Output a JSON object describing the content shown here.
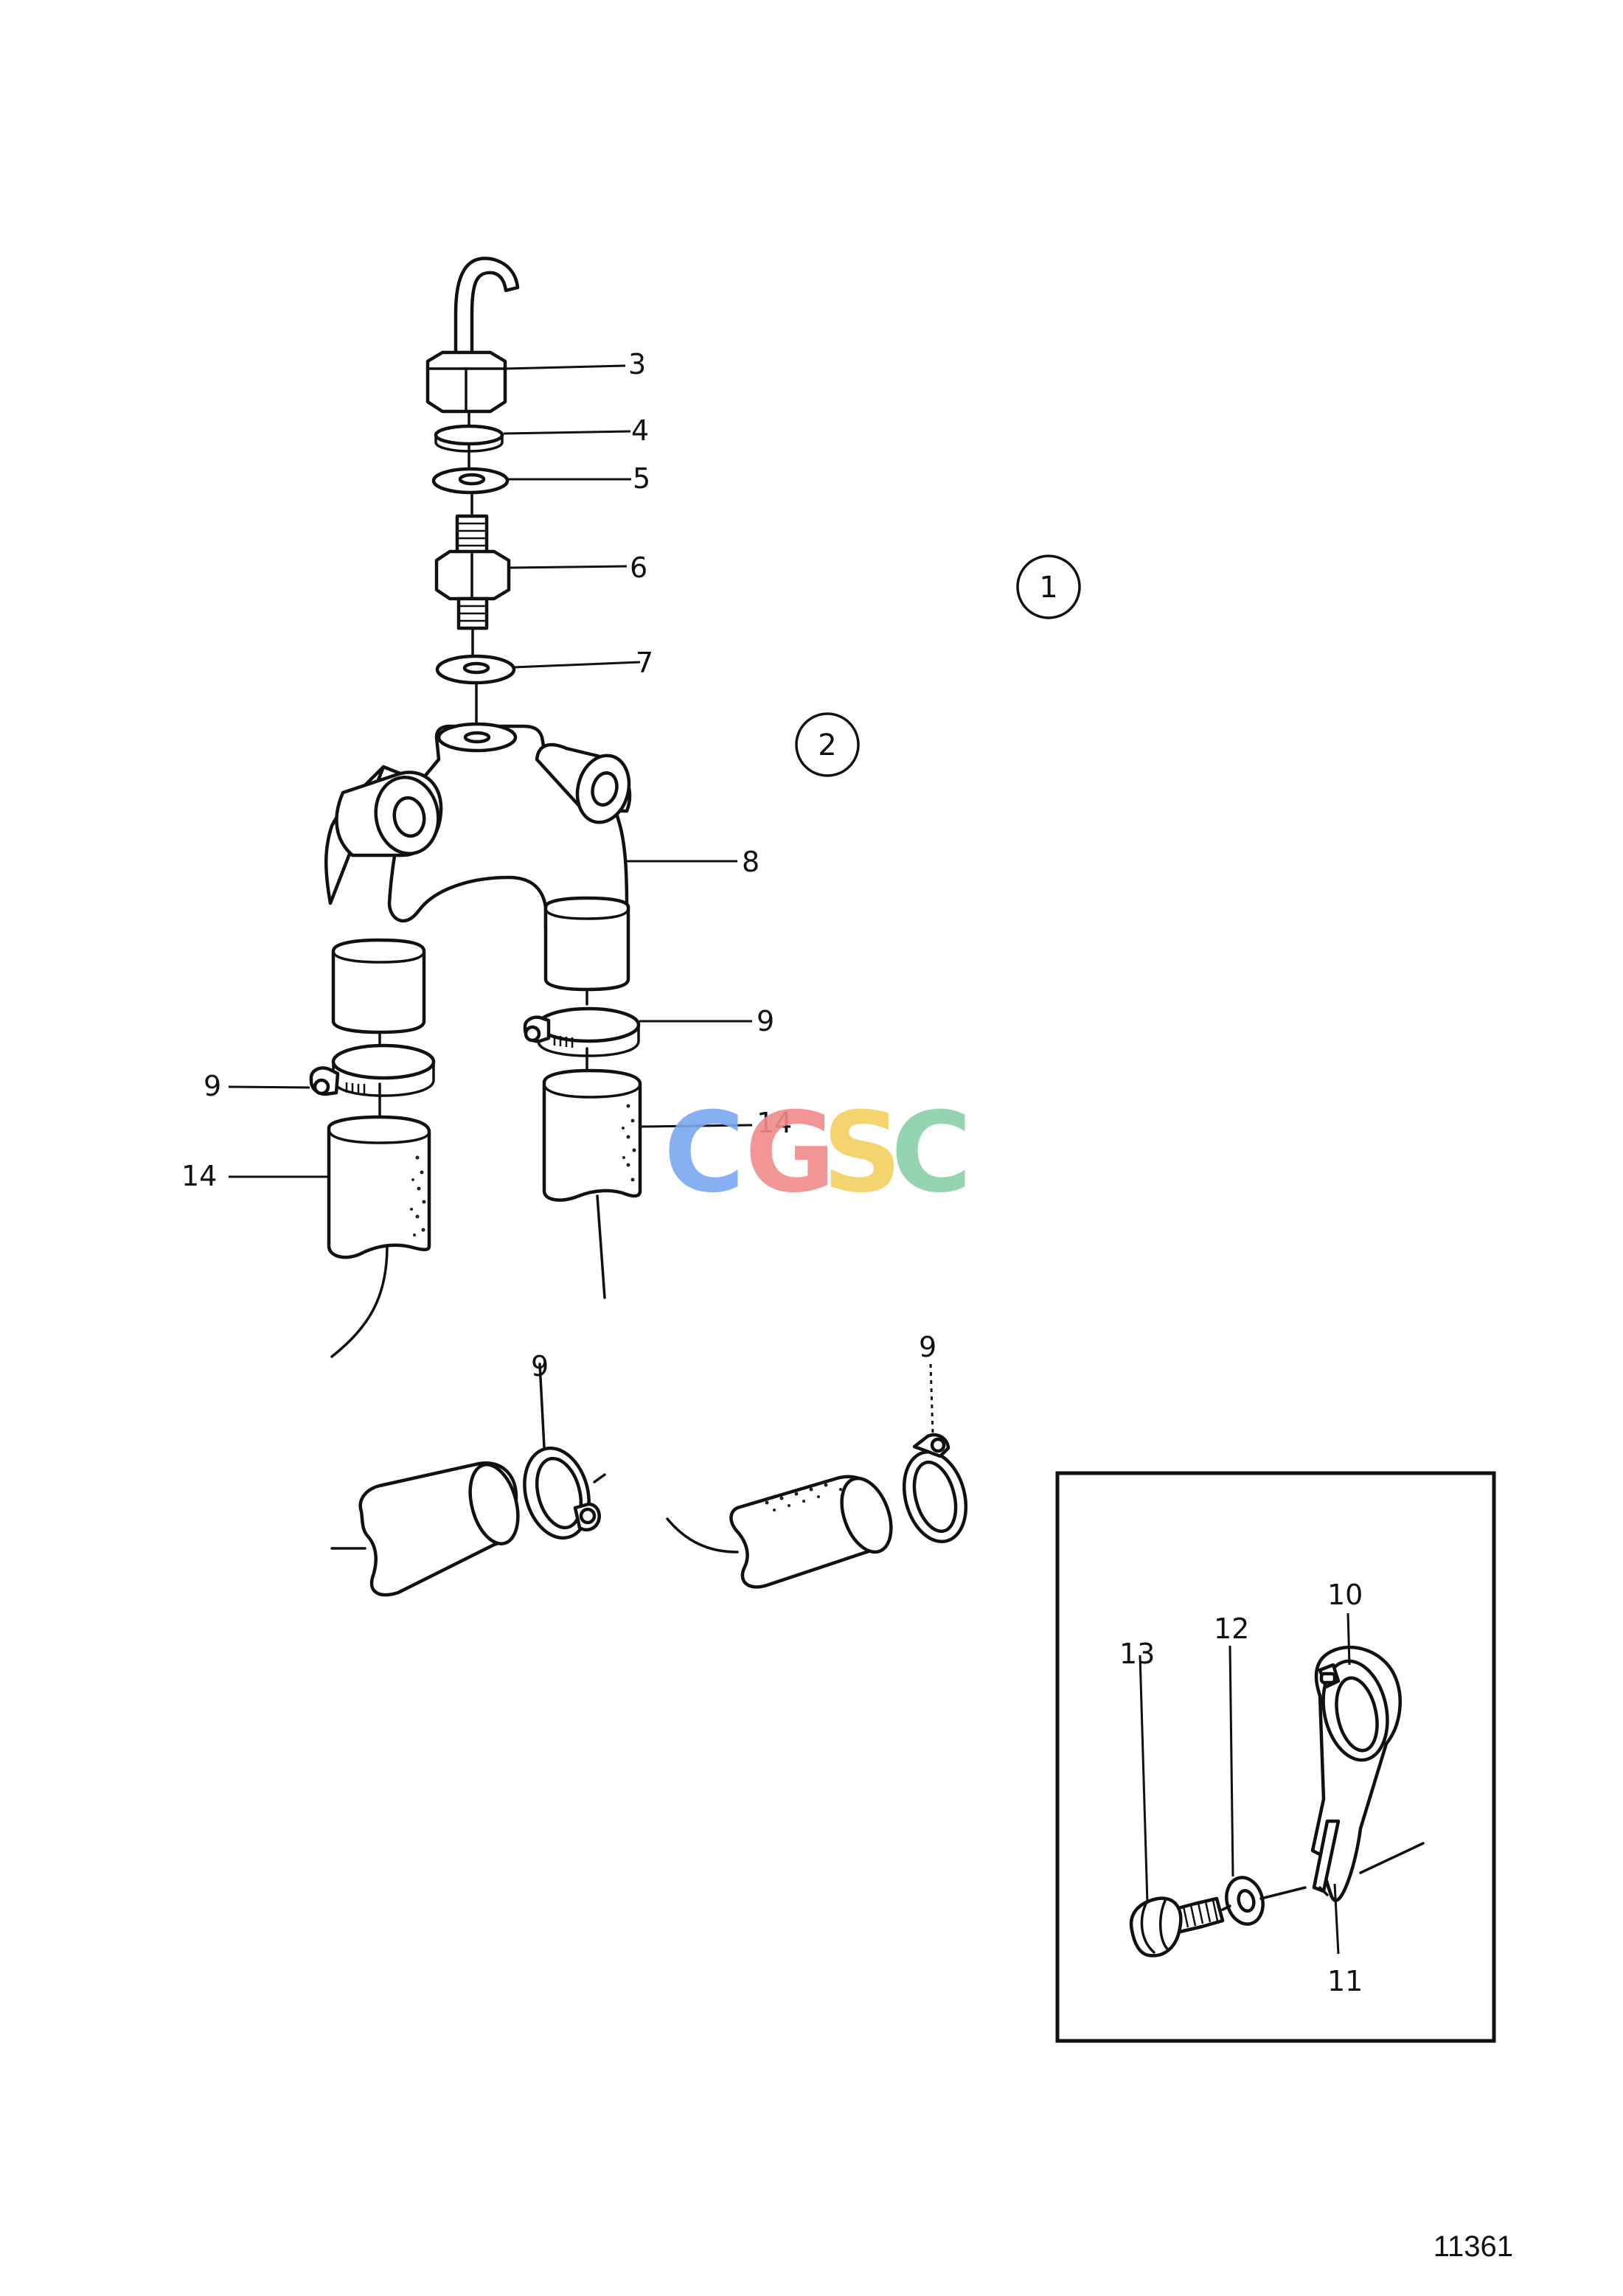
{
  "figure_number": "11361",
  "watermark": {
    "letters": [
      "C",
      "G",
      "S",
      "C"
    ],
    "colors": [
      "#7aa8f0",
      "#f08a8a",
      "#f2d060",
      "#8ad0a8"
    ]
  },
  "variant_markers": [
    "1",
    "2"
  ],
  "callouts": {
    "c3": "3",
    "c4": "4",
    "c5": "5",
    "c6": "6",
    "c7": "7",
    "c8": "8",
    "c9a": "9",
    "c9b": "9",
    "c9c": "9",
    "c9d": "9",
    "c14a": "14",
    "c14b": "14",
    "c10": "10",
    "c11": "11",
    "c12": "12",
    "c13": "13"
  }
}
